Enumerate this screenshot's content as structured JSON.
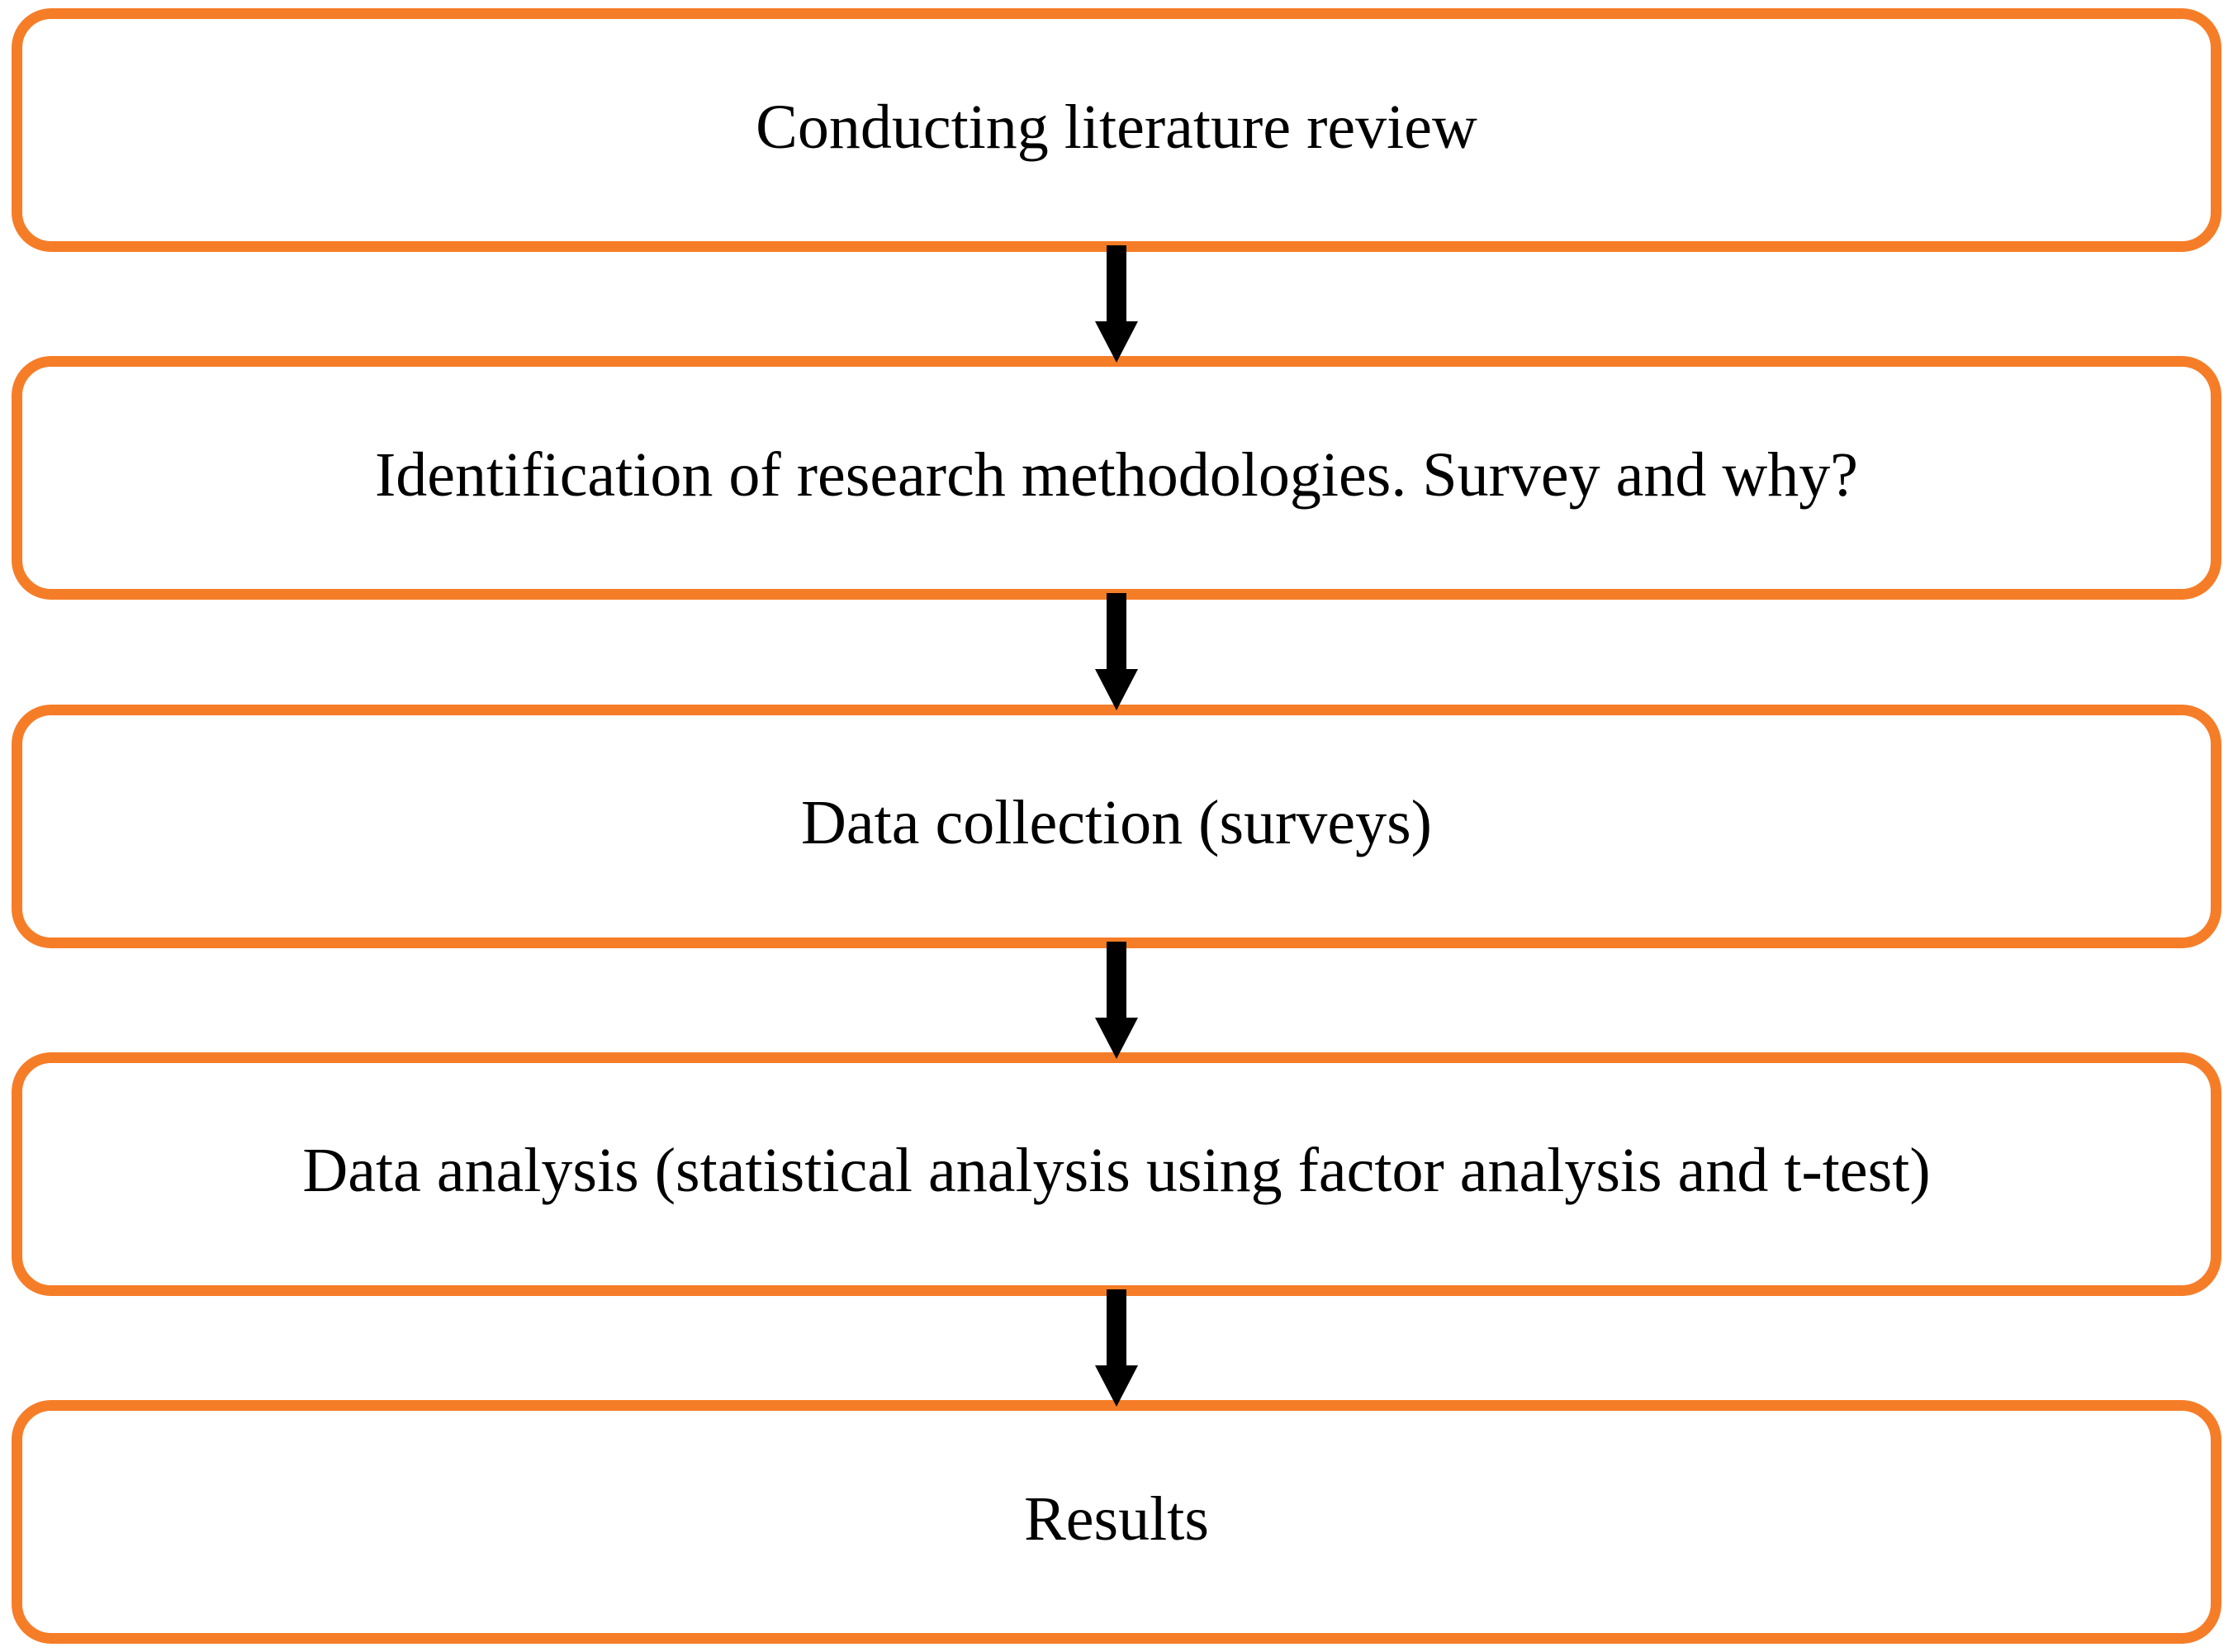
{
  "figure": {
    "kind": "flowchart",
    "direction": "top-down",
    "colors": {
      "box_border": "#F67D28",
      "box_fill": "#FFFFFF",
      "arrow": "#000000",
      "text": "#000000",
      "background": "#FFFFFF"
    },
    "steps": [
      {
        "label": "Conducting literature review"
      },
      {
        "label": "Identification of research methodologies. Survey and why?"
      },
      {
        "label": "Data collection (surveys)"
      },
      {
        "label": "Data analysis (statistical analysis using factor analysis and t-test)"
      },
      {
        "label": "Results"
      }
    ],
    "connectors": [
      {
        "from": 1,
        "to": 2,
        "type": "down-arrow"
      },
      {
        "from": 2,
        "to": 3,
        "type": "down-arrow"
      },
      {
        "from": 3,
        "to": 4,
        "type": "down-arrow"
      },
      {
        "from": 4,
        "to": 5,
        "type": "down-arrow"
      }
    ]
  }
}
